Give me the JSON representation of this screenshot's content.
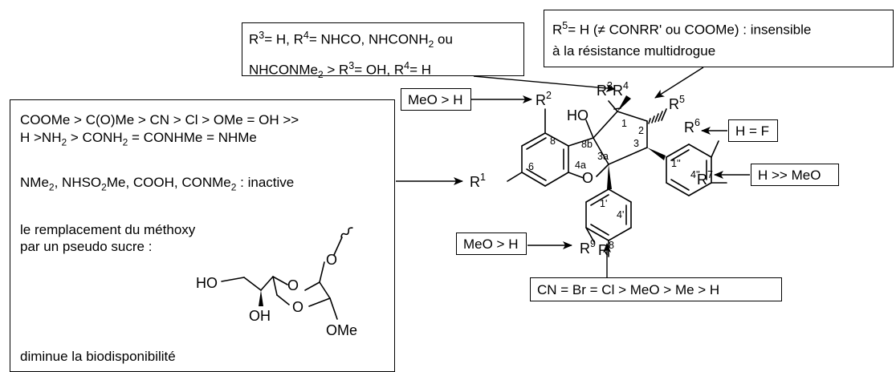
{
  "notes": {
    "r3r4": {
      "line1": {
        "a": "R",
        "sup_a": "3",
        "b": "= H, R",
        "sup_b": "4",
        "c": "= NHCO, NHCONH",
        "sub_c": "2",
        "d": " ou"
      },
      "line2": {
        "a": "NHCONMe",
        "sub_a": "2",
        "b": "  > R",
        "sup_b": "3",
        "c": "= OH, R",
        "sup_c": "4",
        "d": "= H"
      }
    },
    "r5": {
      "line1": {
        "a": "R",
        "sup_a": "5",
        "b": "= H (",
        "c": "≠",
        "d": " CONRR' ou COOMe) : insensible"
      },
      "line2": "à la résistance multidrogue"
    },
    "r1": {
      "line1": "COOMe > C(O)Me >  CN > Cl > OMe = OH >>",
      "line2": {
        "a": "H >NH",
        "sub_a": "2",
        "b": " > CONH",
        "sub_b": "2",
        "c": " = CONHMe = NHMe"
      },
      "line3": {
        "a": "NMe",
        "sub_a": "2",
        "b": ", NHSO",
        "sub_b": "2",
        "c": "Me, COOH, CONMe",
        "sub_c": "2",
        "d": " : inactive"
      },
      "line4": "le remplacement du méthoxy",
      "line5": "par un pseudo sucre :",
      "line6": "diminue la biodisponibilité"
    },
    "r2": "MeO > H",
    "r6": "H = F",
    "r7": "H >> MeO",
    "r9": "MeO > H",
    "r8": "CN = Br = Cl > MeO > Me > H"
  },
  "molecule": {
    "r1": {
      "base": "R",
      "sup": "1"
    },
    "r2": {
      "base": "R",
      "sup": "2"
    },
    "r3r4": {
      "base1": "R",
      "sup1": "3",
      "base2": "R",
      "sup2": "4"
    },
    "r5": {
      "base": "R",
      "sup": "5"
    },
    "r6": {
      "base": "R",
      "sup": "6"
    },
    "r7": {
      "base": "R",
      "sup": "7"
    },
    "r8": {
      "base": "R",
      "sup": "8"
    },
    "r9": {
      "base": "R",
      "sup": "9"
    },
    "ho": "HO",
    "o_ring": "O",
    "locants": {
      "c8": "8",
      "c8b": "8b",
      "c1": "1",
      "c2": "2",
      "c3": "3",
      "c3a": "3a",
      "c4a": "4a",
      "c6": "6",
      "c1pp": "1''",
      "c4pp": "4''",
      "c1p": "1'",
      "c4p": "4'"
    }
  },
  "sugar": {
    "o1": "O",
    "o2": "O",
    "o3": "O",
    "ho": "HO",
    "oh": "OH",
    "ome": "OMe"
  }
}
